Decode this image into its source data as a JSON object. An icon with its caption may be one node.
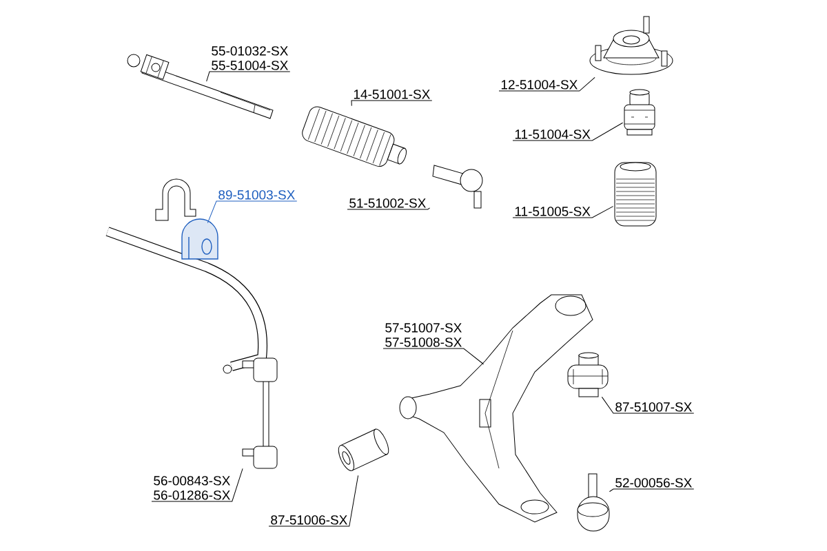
{
  "diagram": {
    "nodes": [
      {
        "text": [
          "55-01032-SX",
          "55-51004-SX"
        ]
      },
      {
        "text": [],
        "shape": "picture"
      },
      {
        "text": [
          "14-51001-SX"
        ]
      },
      {
        "text": [],
        "shape": "picture"
      },
      {
        "text": [
          "89-51003-SX"
        ]
      },
      {
        "text": [],
        "shape": "picture"
      },
      {
        "text": [
          "51-51002-SX"
        ]
      },
      {
        "text": [],
        "shape": "picture"
      },
      {
        "text": [
          "12-51004-SX"
        ]
      },
      {
        "text": [],
        "shape": "picture"
      },
      {
        "text": [
          "11-51004-SX"
        ]
      },
      {
        "text": [],
        "shape": "picture"
      },
      {
        "text": [
          "11-51005-SX"
        ]
      },
      {
        "text": [],
        "shape": "picture"
      },
      {
        "text": [
          "57-51007-SX",
          "57-51008-SX"
        ]
      },
      {
        "text": [],
        "shape": "picture"
      },
      {
        "text": [
          "87-51007-SX"
        ]
      },
      {
        "text": [],
        "shape": "picture"
      },
      {
        "text": [
          "56-00843-SX",
          "56-01286-SX"
        ]
      },
      {
        "text": [],
        "shape": "picture"
      },
      {
        "text": [
          "87-51006-SX"
        ]
      },
      {
        "text": [],
        "shape": "picture"
      },
      {
        "text": [
          "52-00056-SX"
        ]
      },
      {
        "text": [],
        "shape": "picture"
      }
    ],
    "edges": [
      {
        "from": 0,
        "to": 1,
        "arrow": "none"
      },
      {
        "from": 2,
        "to": 3,
        "arrow": "none"
      },
      {
        "from": 4,
        "to": 5,
        "arrow": "none",
        "color": "#1f5fbf"
      },
      {
        "from": 6,
        "to": 7,
        "arrow": "none"
      },
      {
        "from": 8,
        "to": 9,
        "arrow": "none"
      },
      {
        "from": 10,
        "to": 11,
        "arrow": "none"
      },
      {
        "from": 12,
        "to": 13,
        "arrow": "none"
      },
      {
        "from": 14,
        "to": 15,
        "arrow": "none"
      },
      {
        "from": 16,
        "to": 17,
        "arrow": "none"
      },
      {
        "from": 18,
        "to": 19,
        "arrow": "none"
      },
      {
        "from": 20,
        "to": 21,
        "arrow": "none"
      },
      {
        "from": 22,
        "to": 23,
        "arrow": "none"
      }
    ]
  }
}
